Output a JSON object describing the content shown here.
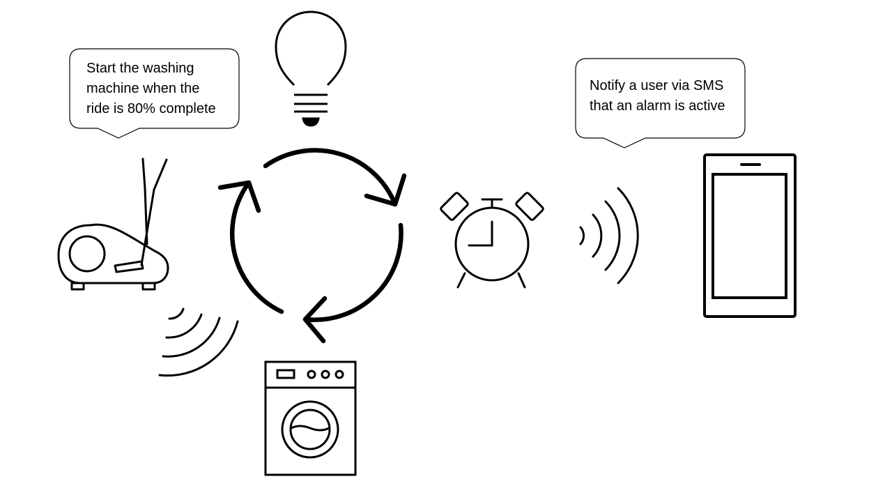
{
  "callouts": {
    "washing_trigger": {
      "lines": [
        "Start the washing",
        "machine when the",
        "ride is 80% complete"
      ]
    },
    "alarm_notify": {
      "lines": [
        "Notify a user via SMS",
        "that an alarm is active"
      ]
    }
  },
  "icons": {
    "light_bulb": "light-bulb-icon",
    "cycle": "cycle-arrows-icon",
    "elliptical": "elliptical-trainer-icon",
    "washing_machine": "washing-machine-icon",
    "alarm_clock": "alarm-clock-icon",
    "smartphone": "smartphone-icon",
    "signal": "wireless-signal-icon"
  },
  "colors": {
    "stroke": "#000000",
    "background": "#ffffff"
  }
}
